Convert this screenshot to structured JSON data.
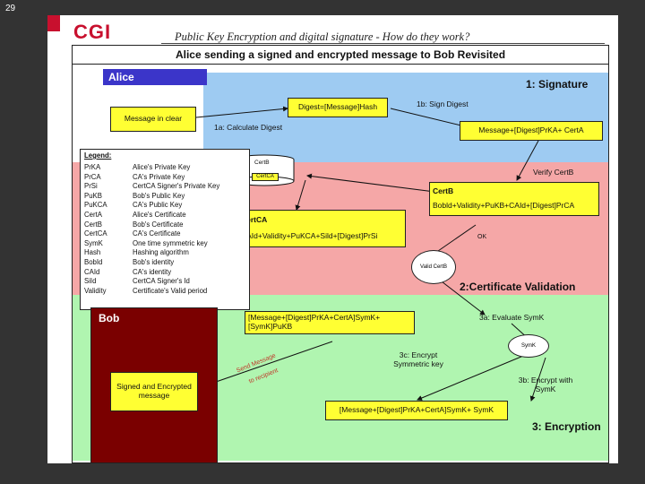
{
  "slide_number": "29",
  "logo": "CGI",
  "title": "Public Key Encryption and digital signature - How do they work?",
  "diagram": {
    "header": "Alice sending a signed and encrypted message to Bob Revisited",
    "alice_label": "Alice",
    "bob_label": "Bob",
    "section_signature": "1: Signature",
    "section_cert": "2:Certificate Validation",
    "section_encryption": "3: Encryption",
    "message_clear": "Message in clear",
    "digest_box": "Digest=[Message]Hash",
    "step_1a": "1a: Calculate Digest",
    "step_1b": "1b: Sign Digest",
    "signed_box": "Message+[Digest]PrKA+ CertA",
    "verify_certb": "Verify CertB",
    "certb_title": "CertB",
    "certb_body": "Bobld+Validity+PuKB+CAId+[Digest]PrCA",
    "certca_title": "CertCA",
    "certca_body": "CAId+Validity+PuKCA+Sild+[Digest]PrSi",
    "db_top": "CertB",
    "db_bottom": "CertCA",
    "ok": "OK",
    "valid_certb": "Valid CertB",
    "encrypted_box": "[Message+[Digest]PrKA+CertA]SymK+ [SymK]PuKB",
    "step_3a": "3a: Evaluate SymK",
    "symk": "SymK",
    "step_3c": "3c: Encrypt Symmetric key",
    "step_3b": "3b: Encrypt with SymK",
    "signed_encrypted": "Signed and Encrypted message",
    "send_message": "Send Message",
    "to_recipient": "to recipient",
    "final_box": "[Message+[Digest]PrKA+CertA]SymK+ SymK"
  },
  "legend": {
    "title": "Legend:",
    "rows": [
      {
        "k": "PrKA",
        "v": "Alice's Private Key"
      },
      {
        "k": "PrCA",
        "v": "CA's Private Key"
      },
      {
        "k": "PrSi",
        "v": "CertCA Signer's Private Key"
      },
      {
        "k": "PuKB",
        "v": "Bob's Public Key"
      },
      {
        "k": "PuKCA",
        "v": "CA's Public Key"
      },
      {
        "k": "CertA",
        "v": "Alice's Certificate"
      },
      {
        "k": "CertB",
        "v": "Bob's Certificate"
      },
      {
        "k": "CertCA",
        "v": "CA's Certificate"
      },
      {
        "k": "SymK",
        "v": "One time symmetric key"
      },
      {
        "k": "Hash",
        "v": "Hashing algorithm"
      },
      {
        "k": "BobId",
        "v": "Bob's identity"
      },
      {
        "k": "CAId",
        "v": "CA's identity"
      },
      {
        "k": "SiId",
        "v": "CertCA Signer's Id"
      },
      {
        "k": "Validity",
        "v": "Certificate's Valid period"
      }
    ]
  }
}
